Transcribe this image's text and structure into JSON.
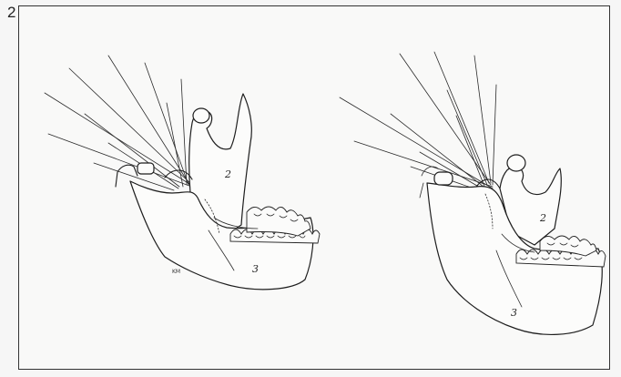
{
  "figure": {
    "number": "2"
  },
  "left_drawing": {
    "region_labels": [
      "2",
      "3"
    ],
    "artist_initials": "KM"
  },
  "right_drawing": {
    "region_labels": [
      "2",
      "3"
    ]
  }
}
